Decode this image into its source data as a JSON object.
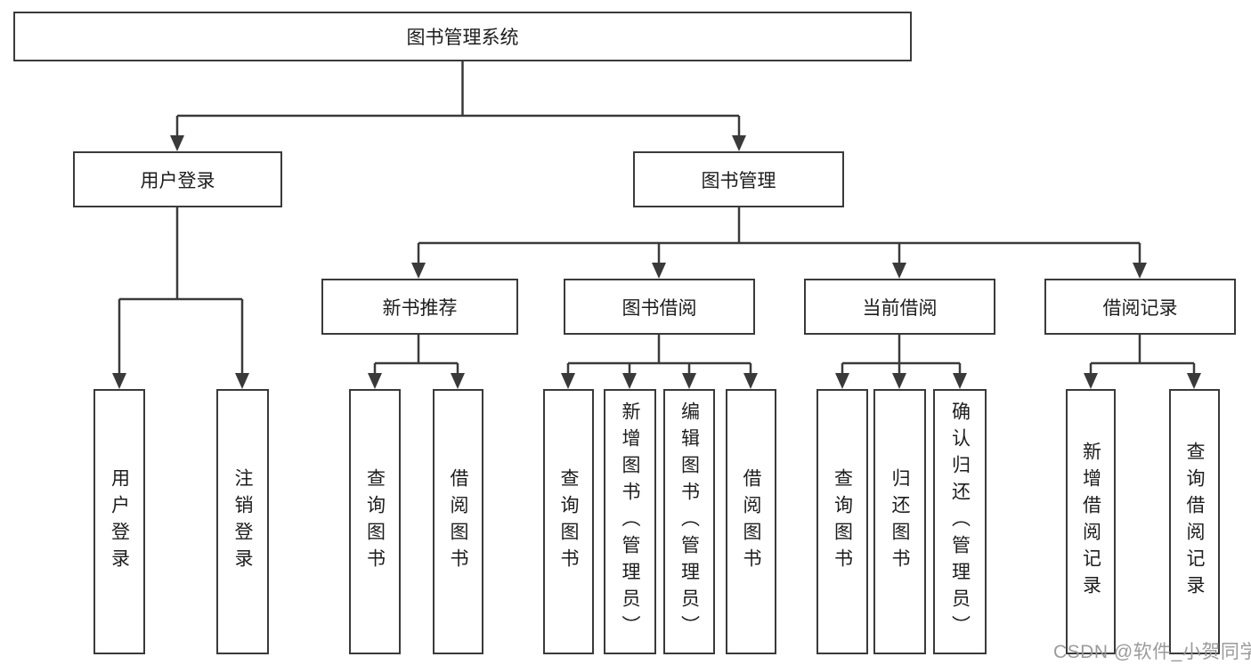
{
  "tree": {
    "root": {
      "label": "图书管理系统",
      "children": [
        {
          "label": "用户登录",
          "children": [
            {
              "label": "用户登录"
            },
            {
              "label": "注销登录"
            }
          ]
        },
        {
          "label": "图书管理",
          "children": [
            {
              "label": "新书推荐",
              "children": [
                {
                  "label": "查询图书"
                },
                {
                  "label": "借阅图书"
                }
              ]
            },
            {
              "label": "图书借阅",
              "children": [
                {
                  "label": "查询图书"
                },
                {
                  "label": "新增图书（管理员）"
                },
                {
                  "label": "编辑图书（管理员）"
                },
                {
                  "label": "借阅图书"
                }
              ]
            },
            {
              "label": "当前借阅",
              "children": [
                {
                  "label": "查询图书"
                },
                {
                  "label": "归还图书"
                },
                {
                  "label": "确认归还（管理员）"
                }
              ]
            },
            {
              "label": "借阅记录",
              "children": [
                {
                  "label": "新增借阅记录"
                },
                {
                  "label": "查询借阅记录"
                }
              ]
            }
          ]
        }
      ]
    }
  },
  "watermark": {
    "text": "CSDN @软件_小贺同学"
  },
  "colors": {
    "line": "#3a3a3a",
    "box_border": "#3a3a3a",
    "text": "#1d1d1d",
    "watermark": "#969696",
    "background": "#ffffff"
  }
}
